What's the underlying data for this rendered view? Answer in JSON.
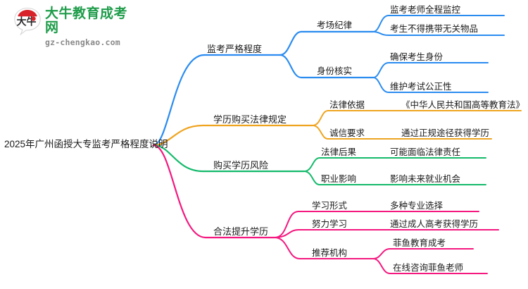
{
  "logo": {
    "mark_text": "大牛",
    "title": "大牛教育成考网",
    "domain": "gz-chengkao.com",
    "brand_green": "#1e9c4a",
    "brand_red": "#d8232a"
  },
  "mindmap": {
    "root": {
      "label": "2025年广州函授大专监考严格程度说明"
    },
    "branches": [
      {
        "label": "监考严格程度",
        "color": "#2b8cf0",
        "children": [
          {
            "label": "考场纪律",
            "leaves": [
              "监考老师全程监控",
              "考生不得携带无关物品"
            ]
          },
          {
            "label": "身份核实",
            "leaves": [
              "确保考生身份",
              "维护考试公正性"
            ]
          }
        ]
      },
      {
        "label": "学历购买法律规定",
        "color": "#efa420",
        "children": [
          {
            "label": "法律依据",
            "leaves": [
              "《中华人民共和国高等教育法》"
            ]
          },
          {
            "label": "诚信要求",
            "leaves": [
              "通过正规途径获得学历"
            ]
          }
        ]
      },
      {
        "label": "购买学历风险",
        "color": "#14ba6b",
        "children": [
          {
            "label": "法律后果",
            "leaves": [
              "可能面临法律责任"
            ]
          },
          {
            "label": "职业影响",
            "leaves": [
              "影响未来就业机会"
            ]
          }
        ]
      },
      {
        "label": "合法提升学历",
        "color": "#f4187f",
        "children": [
          {
            "label": "学习形式",
            "leaves": [
              "多种专业选择"
            ]
          },
          {
            "label": "努力学习",
            "leaves": [
              "通过成人高考获得学历"
            ]
          },
          {
            "label": "推荐机构",
            "leaves": [
              "菲鱼教育成考",
              "在线咨询菲鱼老师"
            ]
          }
        ]
      }
    ]
  }
}
